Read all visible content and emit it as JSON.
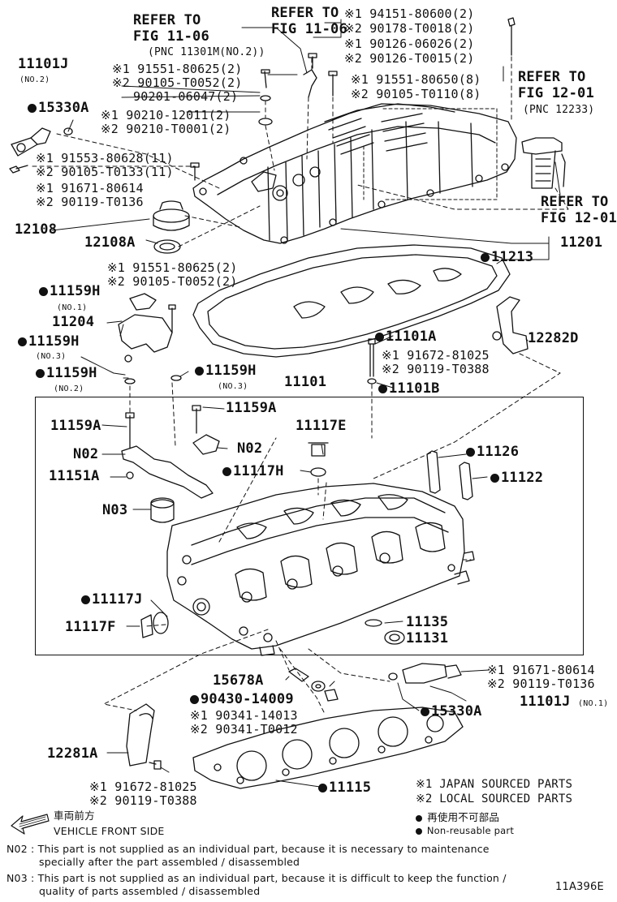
{
  "refs": {
    "ref1": [
      "REFER TO",
      "FIG 11-06",
      "(PNC 11301M(NO.2))"
    ],
    "ref2": [
      "REFER TO",
      "FIG 11-06"
    ],
    "ref3": [
      "REFER TO",
      "FIG 12-01",
      "(PNC 12233)"
    ],
    "ref4": [
      "REFER TO",
      "FIG 12-01"
    ]
  },
  "labels": {
    "p11101J_top": "11101J",
    "p11101J_top_no": "(NO.2)",
    "p15330A_top": "15330A",
    "p11101J_bot": "11101J",
    "p11101J_bot_no": "(NO.1)",
    "p15330A_bot": "15330A",
    "p12108": "12108",
    "p12108A": "12108A",
    "p11201": "11201",
    "p11213": "11213",
    "p11159H_1": "11159H",
    "p11159H_1_no": "(NO.1)",
    "p11204": "11204",
    "p11159H_3": "11159H",
    "p11159H_3_no": "(NO.3)",
    "p11159H_2": "11159H",
    "p11159H_2_no": "(NO.2)",
    "p11159H_3b": "11159H",
    "p11159H_3b_no": "(NO.3)",
    "p11101A": "11101A",
    "p11101B": "11101B",
    "p12282D": "12282D",
    "p11101": "11101",
    "p11159A_l": "11159A",
    "p11159A_r": "11159A",
    "p11117E": "11117E",
    "n02_l": "N02",
    "n02_r": "N02",
    "p11117H": "11117H",
    "p11126": "11126",
    "p11151A": "11151A",
    "p11122": "11122",
    "n03": "N03",
    "p11117J": "11117J",
    "p11117F": "11117F",
    "p11135": "11135",
    "p11131": "11131",
    "p15678A": "15678A",
    "p90430": "90430-14009",
    "p12281A": "12281A",
    "p11115": "11115",
    "diagram_id": "11A396E"
  },
  "bolt_specs": {
    "a1": "※1 94151-80600(2)",
    "a2": "※2 90178-T0018(2)",
    "a3": "※1 90126-06026(2)",
    "a4": "※2 90126-T0015(2)",
    "b1": "※1 91551-80625(2)",
    "b2": "※2 90105-T0052(2)",
    "b3": "90201-06047(2)",
    "c1": "※1 91551-80650(8)",
    "c2": "※2 90105-T0110(8)",
    "d1": "※1 90210-12011(2)",
    "d2": "※2 90210-T0001(2)",
    "e1": "※1 91553-80628(11)",
    "e2": "※2 90105-T0133(11)",
    "f1": "※1 91671-80614",
    "f2": "※2 90119-T0136",
    "g1": "※1 91551-80625(2)",
    "g2": "※2 90105-T0052(2)",
    "h1": "※1 91672-81025",
    "h2": "※2 90119-T0388",
    "i1": "※1 91671-80614",
    "i2": "※2 90119-T0136",
    "j1": "※1 90341-14013",
    "j2": "※2 90341-T0012",
    "k1": "※1 91672-81025",
    "k2": "※2 90119-T0388"
  },
  "legend": {
    "l1": "※1 JAPAN SOURCED PARTS",
    "l2": "※2 LOCAL SOURCED PARTS",
    "l3": "再使用不可部品",
    "l4": "Non-reusable part"
  },
  "front": {
    "jp": "車両前方",
    "en": "VEHICLE FRONT SIDE"
  },
  "notes": {
    "n02_a": "N02 : This part is not supplied as an individual part, because it is necessary to maintenance",
    "n02_b": "specially after the part assembled / disassembled",
    "n03_a": "N03 : This part is not supplied as an individual part, because it is difficult to keep the function /",
    "n03_b": "quality of parts  assembled / disassembled"
  }
}
